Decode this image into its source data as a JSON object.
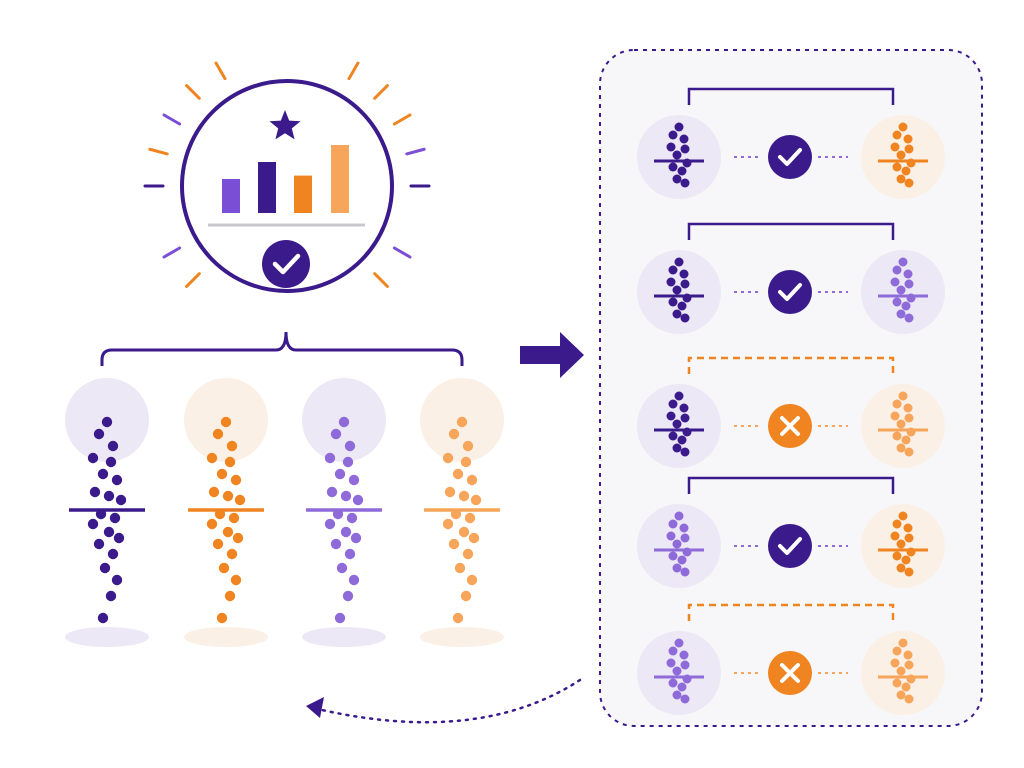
{
  "colors": {
    "dark_purple": "#3b1a8c",
    "purple": "#7a4fd6",
    "light_purple": "#8f6ad9",
    "orange": "#f08420",
    "light_orange": "#f6a55a",
    "panel_bg": "#f7f7f9",
    "circle_bg_purple": "#ece8f5",
    "circle_bg_orange": "#fbf0e6",
    "gray_line": "#c8c8cc"
  },
  "summary": {
    "icons": [
      "star-icon",
      "bar-chart-icon",
      "check-icon"
    ],
    "bar_colors": [
      "purple",
      "dark_purple",
      "orange",
      "light_orange"
    ],
    "bar_levels": [
      0.5,
      0.75,
      0.55,
      1.0
    ]
  },
  "groups": [
    {
      "color": "dark_purple",
      "shadow": "circle_bg_purple"
    },
    {
      "color": "orange",
      "shadow": "circle_bg_orange"
    },
    {
      "color": "light_purple",
      "shadow": "circle_bg_purple"
    },
    {
      "color": "light_orange",
      "shadow": "circle_bg_orange"
    }
  ],
  "comparisons": [
    {
      "left": "dark_purple",
      "right": "orange",
      "result": "pass"
    },
    {
      "left": "dark_purple",
      "right": "light_purple",
      "result": "pass"
    },
    {
      "left": "dark_purple",
      "right": "light_orange",
      "result": "fail"
    },
    {
      "left": "light_purple",
      "right": "orange",
      "result": "pass"
    },
    {
      "left": "light_purple",
      "right": "light_orange",
      "result": "fail"
    }
  ],
  "result_icons": {
    "pass": "check-icon",
    "fail": "x-icon"
  }
}
